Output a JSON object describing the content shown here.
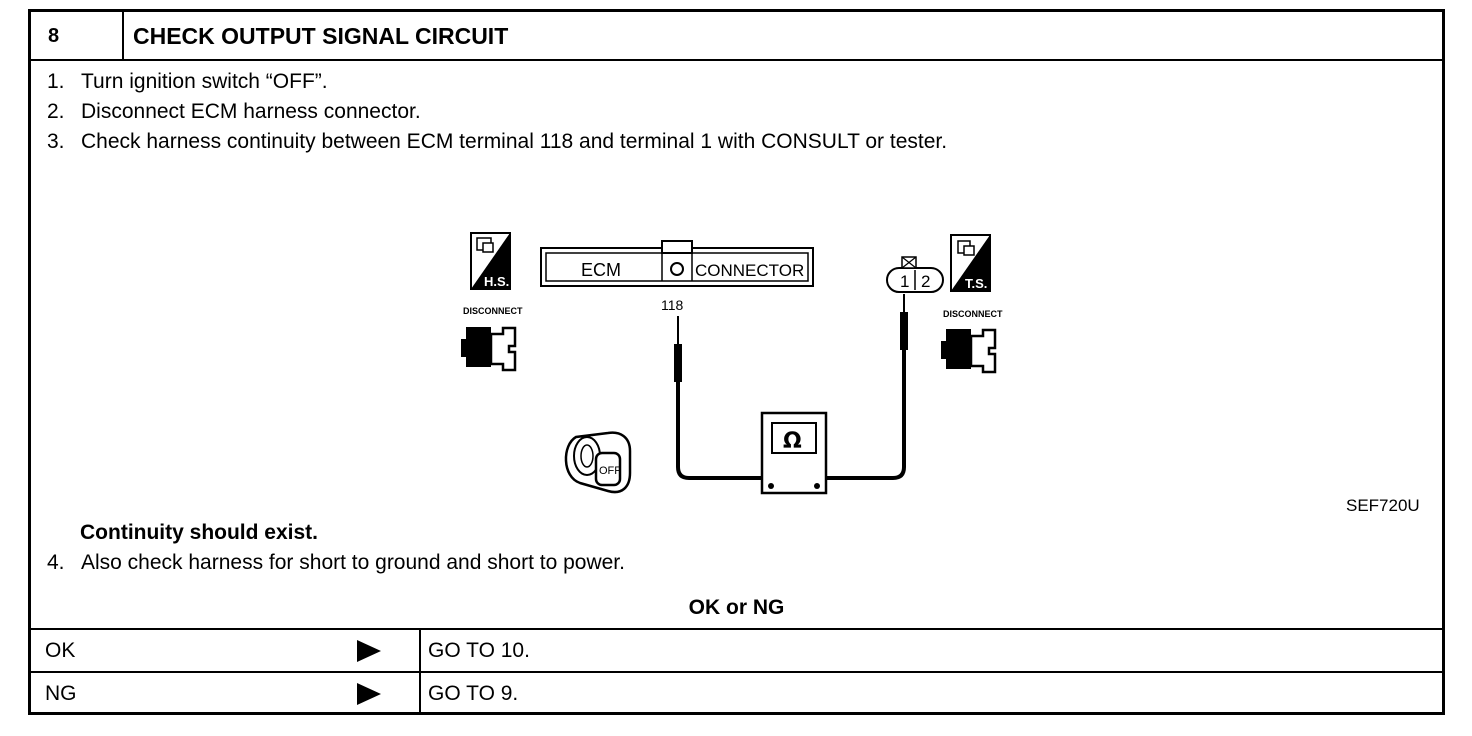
{
  "step": {
    "number": "8",
    "title": "CHECK OUTPUT SIGNAL CIRCUIT"
  },
  "instructions": [
    {
      "num": "1.",
      "text": "Turn ignition switch “OFF”."
    },
    {
      "num": "2.",
      "text": "Disconnect ECM harness connector."
    },
    {
      "num": "3.",
      "text": "Check harness continuity between ECM terminal 118 and terminal 1 with CONSULT or tester."
    }
  ],
  "figure": {
    "hs_label": "H.S.",
    "ts_label": "T.S.",
    "disconnect_left": "DISCONNECT",
    "disconnect_right": "DISCONNECT",
    "ecm_label": "ECM",
    "connector_label": "CONNECTOR",
    "terminal_118": "118",
    "terminal_1": "1",
    "terminal_2": "2",
    "ohm_symbol": "Ω",
    "key_label": "OFF",
    "figure_code": "SEF720U"
  },
  "continuity_note": "Continuity should exist.",
  "step4": {
    "num": "4.",
    "text": "Also check harness for short to ground and short to power."
  },
  "result_header": "OK or NG",
  "results": [
    {
      "label": "OK",
      "action": "GO TO 10."
    },
    {
      "label": "NG",
      "action": "GO TO 9."
    }
  ]
}
